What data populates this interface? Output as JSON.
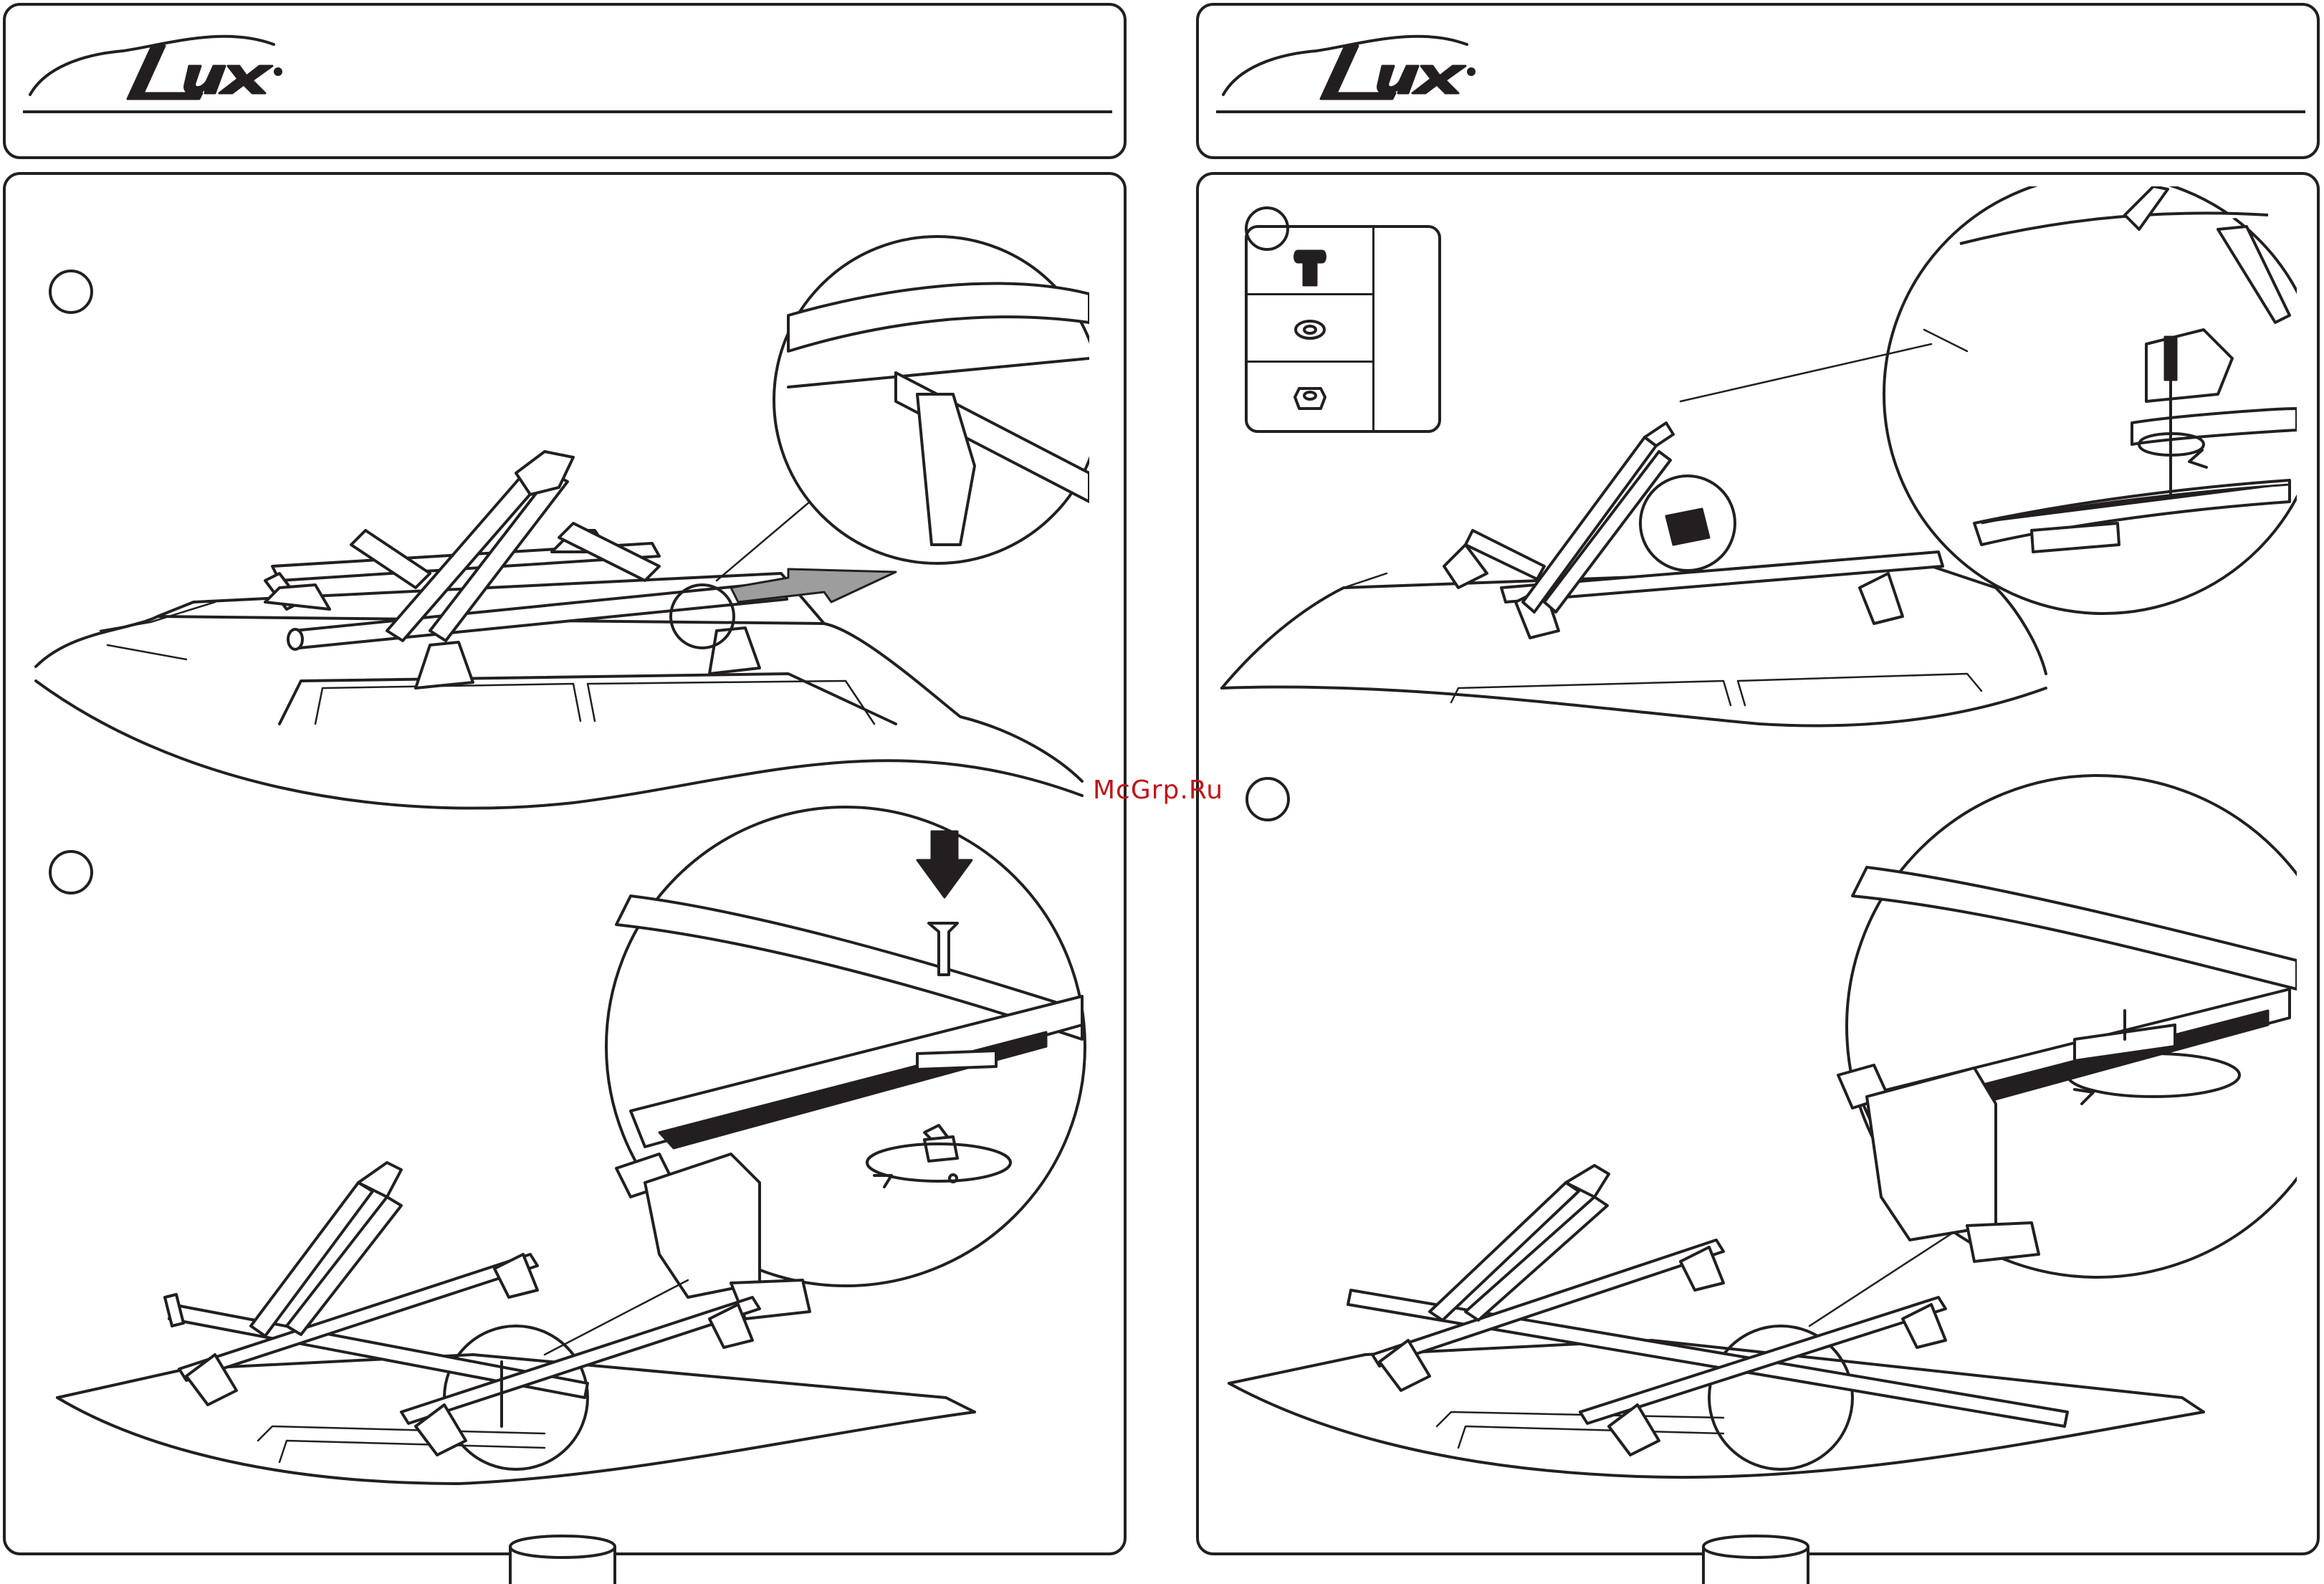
{
  "pages": [
    {
      "side": "left",
      "header": {
        "brand": "Lux"
      },
      "steps": [
        {
          "number": "",
          "illustration": "slide-bike-holder-onto-crossbar"
        },
        {
          "number": "",
          "illustration": "insert-bolt-into-crossbar-channel"
        }
      ],
      "page_number": ""
    },
    {
      "side": "right",
      "header": {
        "brand": "Lux"
      },
      "parts_box": {
        "number": "",
        "items": [
          {
            "icon": "bolt-icon",
            "qty": ""
          },
          {
            "icon": "washer-icon",
            "qty": ""
          },
          {
            "icon": "nut-icon",
            "qty": ""
          }
        ]
      },
      "steps": [
        {
          "number": "",
          "illustration": "tighten-with-screwdriver"
        },
        {
          "number": "",
          "illustration": "rotate-lock-under-crossbar"
        }
      ],
      "page_number": ""
    }
  ],
  "watermark": "McGrp.Ru",
  "colors": {
    "line": "#231f20",
    "arrow_fill": "#9d9d9d",
    "watermark": "#c0141b",
    "background": "#ffffff"
  }
}
